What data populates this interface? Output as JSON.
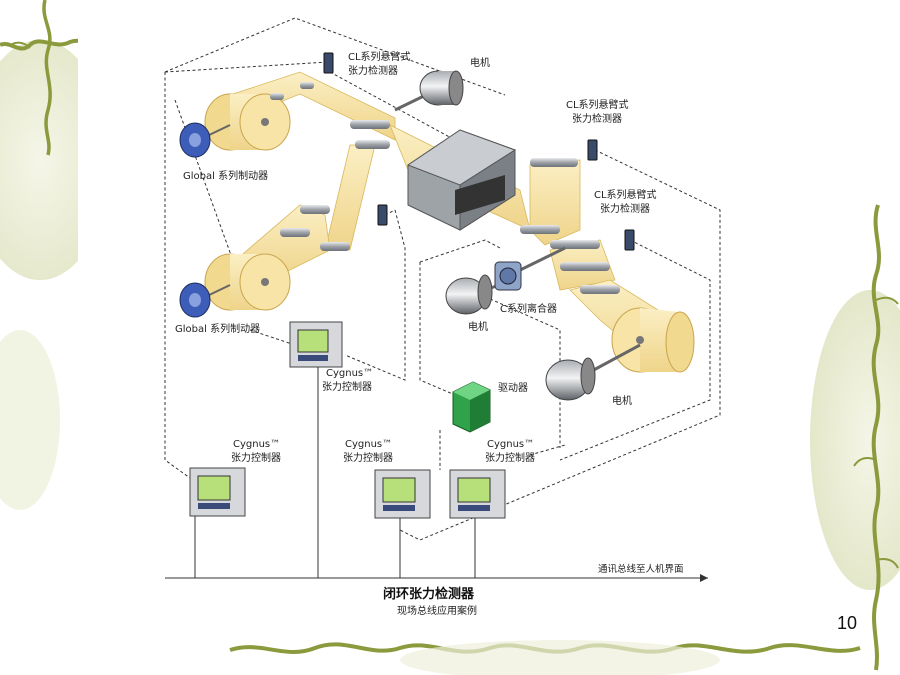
{
  "labels": {
    "cl_sensor_1": [
      "CL系列悬臂式",
      "张力检测器"
    ],
    "cl_sensor_2": [
      "CL系列悬臂式",
      "张力检测器"
    ],
    "cl_sensor_3": [
      "CL系列悬臂式",
      "张力检测器"
    ],
    "motor_top": "电机",
    "motor_mid": "电机",
    "motor_right": "电机",
    "brake_top": "Global 系列制动器",
    "brake_bottom": "Global 系列制动器",
    "clutch": "C系列离合器",
    "driver": "驱动器",
    "cygnus_mid": [
      "Cygnus™",
      "张力控制器"
    ],
    "cygnus_left": [
      "Cygnus™",
      "张力控制器"
    ],
    "cygnus_center": [
      "Cygnus™",
      "张力控制器"
    ],
    "cygnus_right": [
      "Cygnus™",
      "张力控制器"
    ],
    "bus_label": "通讯总线至人机界面",
    "title": "闭环张力检测器",
    "subtitle": "现场总线应用案例"
  },
  "page_number": "10",
  "colors": {
    "web": "#f7e4a6",
    "web_edge": "#d9b85c",
    "roller": "#b8bcc2",
    "brake": "#3d5db8",
    "driver": "#2fa24a",
    "frame_line": "#7a8a3a",
    "leaf_bg": "#eef0d8"
  }
}
